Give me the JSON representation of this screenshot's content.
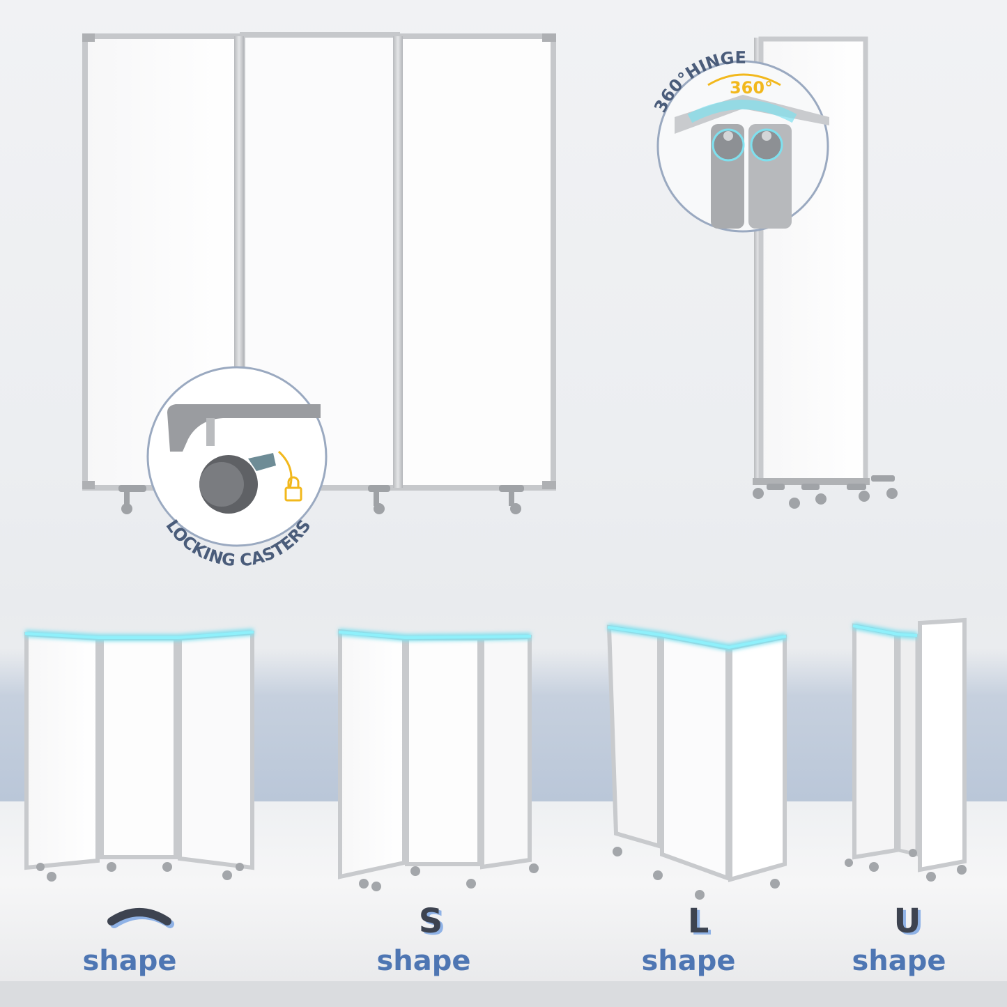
{
  "hinge_badge": {
    "label": "360°HINGE",
    "angle": "360°"
  },
  "casters_badge": {
    "label": "LOCKING CASTERS"
  },
  "shapes": [
    {
      "id": "arc",
      "glyph": "",
      "icon": "arc-icon",
      "label": "shape"
    },
    {
      "id": "s",
      "glyph": "S",
      "icon": "",
      "label": "shape"
    },
    {
      "id": "l",
      "glyph": "L",
      "icon": "",
      "label": "shape"
    },
    {
      "id": "u",
      "glyph": "U",
      "icon": "",
      "label": "shape"
    }
  ],
  "colors": {
    "accent": "#4e76b3",
    "glow": "#7fe0ee",
    "frame": "#c9cbce",
    "badge_text": "#4a5c7a",
    "lock": "#f2b81c"
  }
}
